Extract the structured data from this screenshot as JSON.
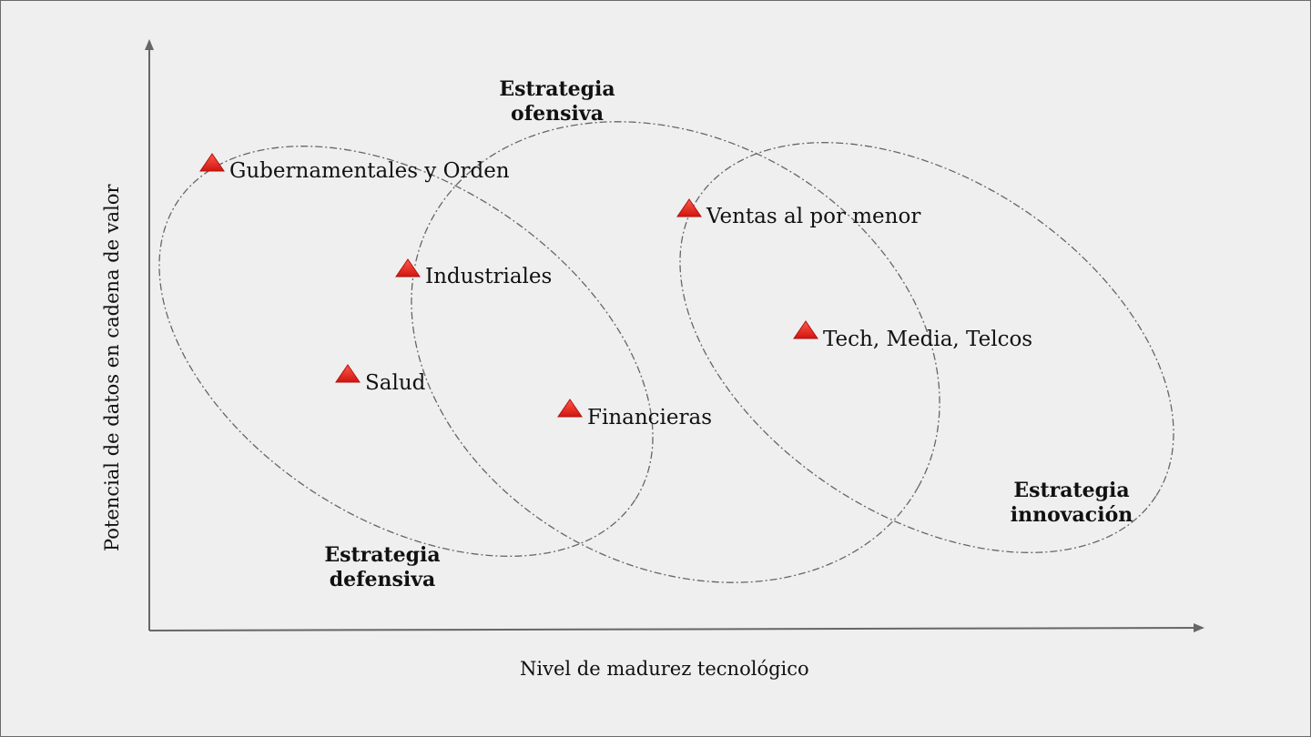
{
  "axes": {
    "x_label": "Nivel de madurez tecnológico",
    "y_label": "Potencial de datos en cadena de valor"
  },
  "strategies": {
    "ofensiva": [
      "Estrategia",
      "ofensiva"
    ],
    "defensiva": [
      "Estrategia",
      "defensiva"
    ],
    "innovacion": [
      "Estrategia",
      "innovación"
    ]
  },
  "sectors": [
    "Gubernamentales y Orden",
    "Industriales",
    "Salud",
    "Financieras",
    "Ventas al por menor",
    "Tech, Media, Telcos"
  ],
  "colors": {
    "marker": "#e8211b",
    "axis": "#666666",
    "ellipse": "#666666",
    "background": "#efefef"
  }
}
